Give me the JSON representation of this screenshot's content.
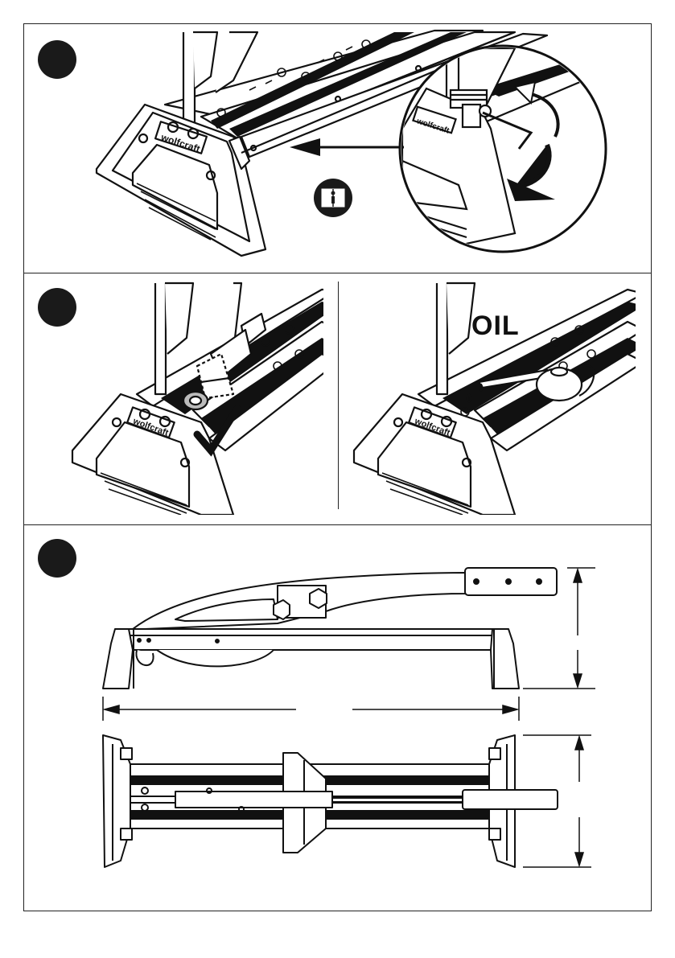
{
  "labels": {
    "oil": "OIL",
    "brand": "wolfcraft"
  },
  "colors": {
    "ink": "#111111",
    "frame": "#222222",
    "badge": "#1a1a1a",
    "paper": "#ffffff"
  },
  "icons": {
    "step_markers": [
      "step-1-marker",
      "step-2-marker",
      "step-3-marker"
    ],
    "manual": "read-manual-icon",
    "check": "checkmark-icon",
    "arrow": "direction-arrow-icon"
  }
}
